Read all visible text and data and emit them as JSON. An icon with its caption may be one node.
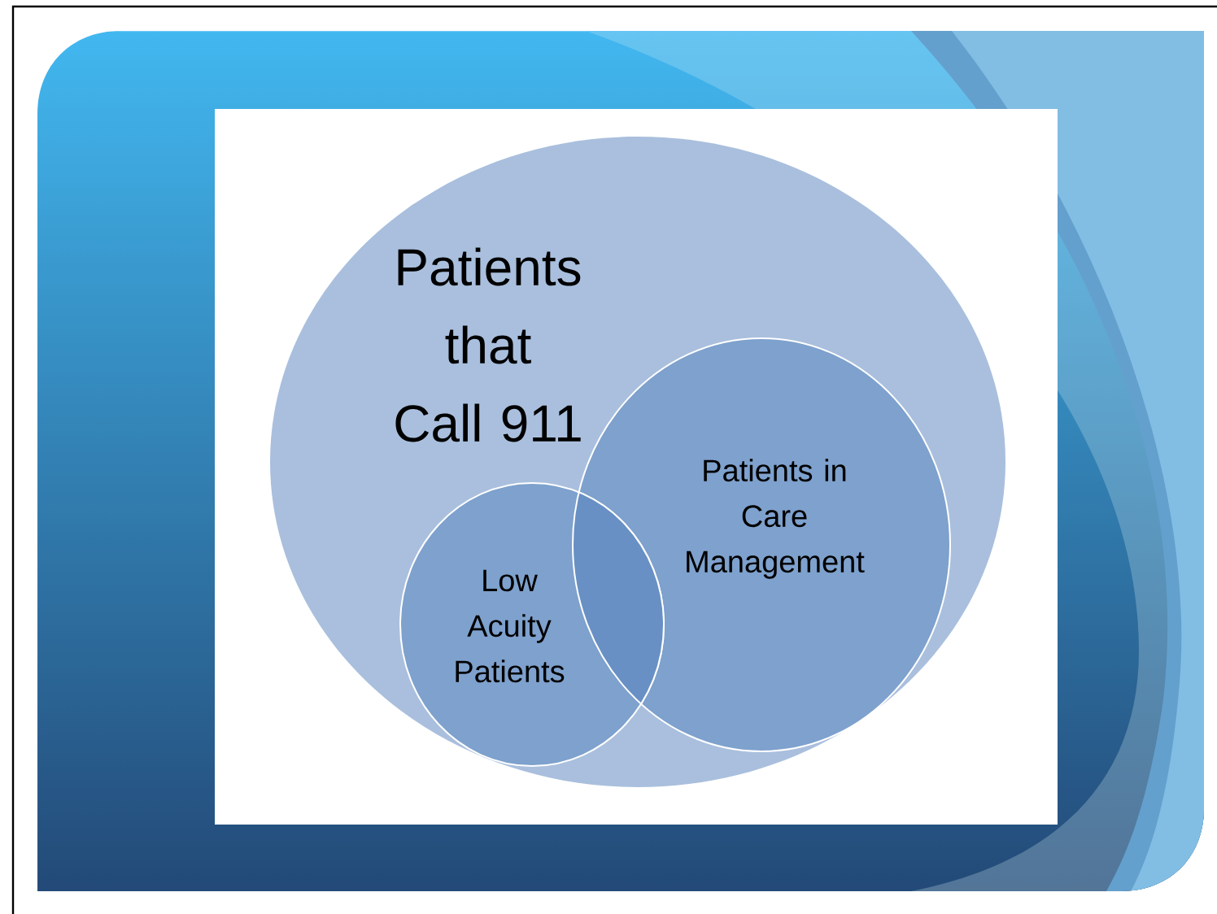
{
  "diagram": {
    "nodes": [
      {
        "text": [
          "Patients that Call 911"
        ]
      },
      {
        "text": [
          "Patients in Care Management"
        ],
        "in": 0
      },
      {
        "text": [
          "Low Acuity Patients"
        ],
        "in": 0
      }
    ]
  }
}
